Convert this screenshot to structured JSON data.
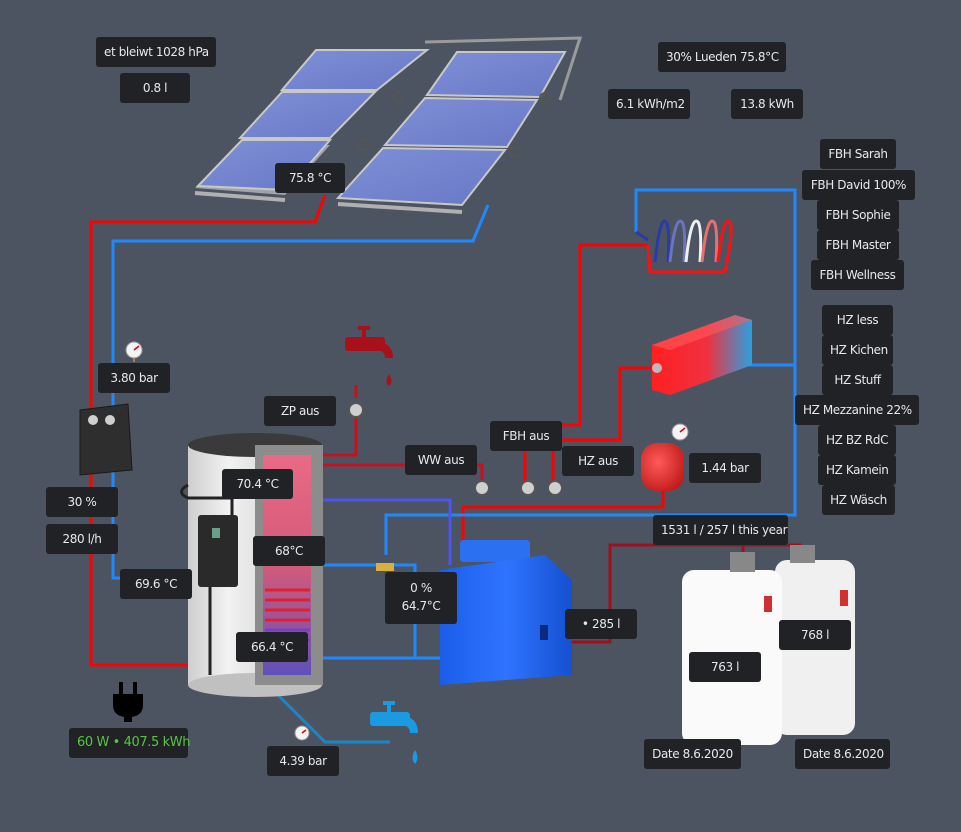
{
  "weather": {
    "pressure": "et bleiwt 1028 hPa",
    "rain": "0.8 l"
  },
  "solar": {
    "status": "30% Lueden 75.8°C",
    "irradiation": "6.1 kWh/m2",
    "energy": "13.8 kWh",
    "collector_temp": "75.8 °C",
    "pressure": "3.80 bar",
    "pump_percent": "30 %",
    "flow": "280 l/h",
    "return_temp": "69.6 °C"
  },
  "storage": {
    "top_temp": "70.4 °C",
    "mid_temp": "68°C",
    "bottom_temp": "66.4 °C"
  },
  "pumps": {
    "circulation": "ZP aus",
    "hot_water": "WW aus",
    "floor_heating": "FBH aus",
    "heating": "HZ aus"
  },
  "expansion_vessel": {
    "pressure": "1.44 bar"
  },
  "boiler": {
    "modulation": "0 %",
    "temp": "64.7°C",
    "consumption": "• 285 l"
  },
  "oil": {
    "yearly": "1531 l / 257 l this year",
    "tank1_level": "763 l",
    "tank2_level": "768 l",
    "tank1_date": "Date 8.6.2020",
    "tank2_date": "Date 8.6.2020"
  },
  "electric": {
    "power": "60 W • 407.5 kWh"
  },
  "water": {
    "pressure": "4.39 bar"
  },
  "floor_heating_zones": [
    {
      "label": "FBH Sarah"
    },
    {
      "label": "FBH David 100%"
    },
    {
      "label": "FBH Sophie"
    },
    {
      "label": "FBH Master"
    },
    {
      "label": "FBH Wellness"
    }
  ],
  "radiator_zones": [
    {
      "label": "HZ less"
    },
    {
      "label": "HZ Kichen"
    },
    {
      "label": "HZ Stuff"
    },
    {
      "label": "HZ Mezzanine 22%"
    },
    {
      "label": "HZ BZ RdC"
    },
    {
      "label": "HZ Kamein"
    },
    {
      "label": "HZ Wäsch"
    }
  ],
  "colors": {
    "background": "#4d5461",
    "hot_pipe": "#ff0000",
    "cold_pipe": "#1e88ff",
    "dark_red_pipe": "#a0101c",
    "label_bg": "#202226",
    "label_text": "#e8e8e8",
    "power_text": "#58c441"
  }
}
